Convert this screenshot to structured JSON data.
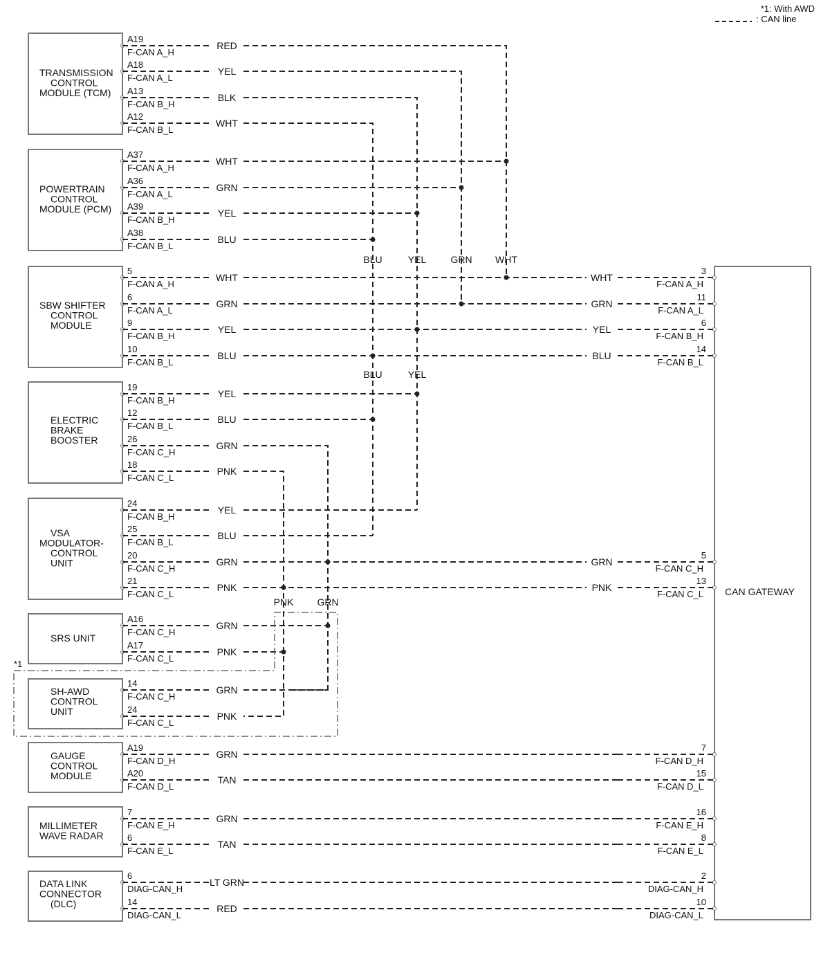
{
  "legend": {
    "note": "*1: With AWD",
    "can_line": ": CAN line"
  },
  "awd_marker": "*1",
  "gateway_label": "CAN GATEWAY",
  "modules": [
    {
      "id": "tcm",
      "lines": [
        "TRANSMISSION",
        "CONTROL",
        "MODULE (TCM)"
      ],
      "pins": [
        {
          "num": "A19",
          "sig": "F-CAN A_H",
          "color": "RED"
        },
        {
          "num": "A18",
          "sig": "F-CAN A_L",
          "color": "YEL"
        },
        {
          "num": "A13",
          "sig": "F-CAN B_H",
          "color": "BLK"
        },
        {
          "num": "A12",
          "sig": "F-CAN B_L",
          "color": "WHT"
        }
      ]
    },
    {
      "id": "pcm",
      "lines": [
        "POWERTRAIN",
        "CONTROL",
        "MODULE (PCM)"
      ],
      "pins": [
        {
          "num": "A37",
          "sig": "F-CAN A_H",
          "color": "WHT"
        },
        {
          "num": "A36",
          "sig": "F-CAN A_L",
          "color": "GRN"
        },
        {
          "num": "A39",
          "sig": "F-CAN B_H",
          "color": "YEL"
        },
        {
          "num": "A38",
          "sig": "F-CAN B_L",
          "color": "BLU"
        }
      ]
    },
    {
      "id": "sbw",
      "lines": [
        "SBW SHIFTER",
        "CONTROL",
        "MODULE"
      ],
      "pins": [
        {
          "num": "5",
          "sig": "F-CAN A_H",
          "color": "WHT"
        },
        {
          "num": "6",
          "sig": "F-CAN A_L",
          "color": "GRN"
        },
        {
          "num": "9",
          "sig": "F-CAN B_H",
          "color": "YEL"
        },
        {
          "num": "10",
          "sig": "F-CAN B_L",
          "color": "BLU"
        }
      ]
    },
    {
      "id": "ebb",
      "lines": [
        "ELECTRIC",
        "BRAKE",
        "BOOSTER"
      ],
      "pins": [
        {
          "num": "19",
          "sig": "F-CAN B_H",
          "color": "YEL"
        },
        {
          "num": "12",
          "sig": "F-CAN B_L",
          "color": "BLU"
        },
        {
          "num": "26",
          "sig": "F-CAN C_H",
          "color": "GRN"
        },
        {
          "num": "18",
          "sig": "F-CAN C_L",
          "color": "PNK"
        }
      ]
    },
    {
      "id": "vsa",
      "lines": [
        "VSA",
        "MODULATOR-",
        "CONTROL",
        "UNIT"
      ],
      "pins": [
        {
          "num": "24",
          "sig": "F-CAN B_H",
          "color": "YEL"
        },
        {
          "num": "25",
          "sig": "F-CAN B_L",
          "color": "BLU"
        },
        {
          "num": "20",
          "sig": "F-CAN C_H",
          "color": "GRN"
        },
        {
          "num": "21",
          "sig": "F-CAN C_L",
          "color": "PNK"
        }
      ]
    },
    {
      "id": "srs",
      "lines": [
        "SRS UNIT"
      ],
      "pins": [
        {
          "num": "A16",
          "sig": "F-CAN C_H",
          "color": "GRN"
        },
        {
          "num": "A17",
          "sig": "F-CAN C_L",
          "color": "PNK"
        }
      ]
    },
    {
      "id": "awd",
      "lines": [
        "SH-AWD",
        "CONTROL",
        "UNIT"
      ],
      "pins": [
        {
          "num": "14",
          "sig": "F-CAN C_H",
          "color": "GRN"
        },
        {
          "num": "24",
          "sig": "F-CAN C_L",
          "color": "PNK"
        }
      ]
    },
    {
      "id": "gauge",
      "lines": [
        "GAUGE",
        "CONTROL",
        "MODULE"
      ],
      "pins": [
        {
          "num": "A19",
          "sig": "F-CAN D_H",
          "color": "GRN"
        },
        {
          "num": "A20",
          "sig": "F-CAN D_L",
          "color": "TAN"
        }
      ]
    },
    {
      "id": "radar",
      "lines": [
        "MILLIMETER",
        "WAVE RADAR"
      ],
      "pins": [
        {
          "num": "7",
          "sig": "F-CAN E_H",
          "color": "GRN"
        },
        {
          "num": "6",
          "sig": "F-CAN E_L",
          "color": "TAN"
        }
      ]
    },
    {
      "id": "dlc",
      "lines": [
        "DATA LINK",
        "CONNECTOR",
        "(DLC)"
      ],
      "pins": [
        {
          "num": "6",
          "sig": "DIAG-CAN_H",
          "color": "LT GRN"
        },
        {
          "num": "14",
          "sig": "DIAG-CAN_L",
          "color": "RED"
        }
      ]
    }
  ],
  "gateway_pins": [
    {
      "num": "3",
      "sig": "F-CAN A_H",
      "color": "WHT"
    },
    {
      "num": "11",
      "sig": "F-CAN A_L",
      "color": "GRN"
    },
    {
      "num": "6",
      "sig": "F-CAN B_H",
      "color": "YEL"
    },
    {
      "num": "14",
      "sig": "F-CAN B_L",
      "color": "BLU"
    },
    {
      "num": "5",
      "sig": "F-CAN C_H",
      "color": "GRN"
    },
    {
      "num": "13",
      "sig": "F-CAN C_L",
      "color": "PNK"
    },
    {
      "num": "7",
      "sig": "F-CAN D_H",
      "color": "GRN"
    },
    {
      "num": "15",
      "sig": "F-CAN D_L",
      "color": "TAN"
    },
    {
      "num": "16",
      "sig": "F-CAN E_H",
      "color": "GRN"
    },
    {
      "num": "8",
      "sig": "F-CAN E_L",
      "color": "TAN"
    },
    {
      "num": "2",
      "sig": "DIAG-CAN_H",
      "color": "LT GRN"
    },
    {
      "num": "10",
      "sig": "DIAG-CAN_L",
      "color": "RED"
    }
  ],
  "bus_labels": {
    "upper": [
      "BLU",
      "YEL",
      "GRN",
      "WHT"
    ],
    "middle": [
      "BLU",
      "YEL"
    ],
    "lower": [
      "PNK",
      "GRN"
    ]
  }
}
